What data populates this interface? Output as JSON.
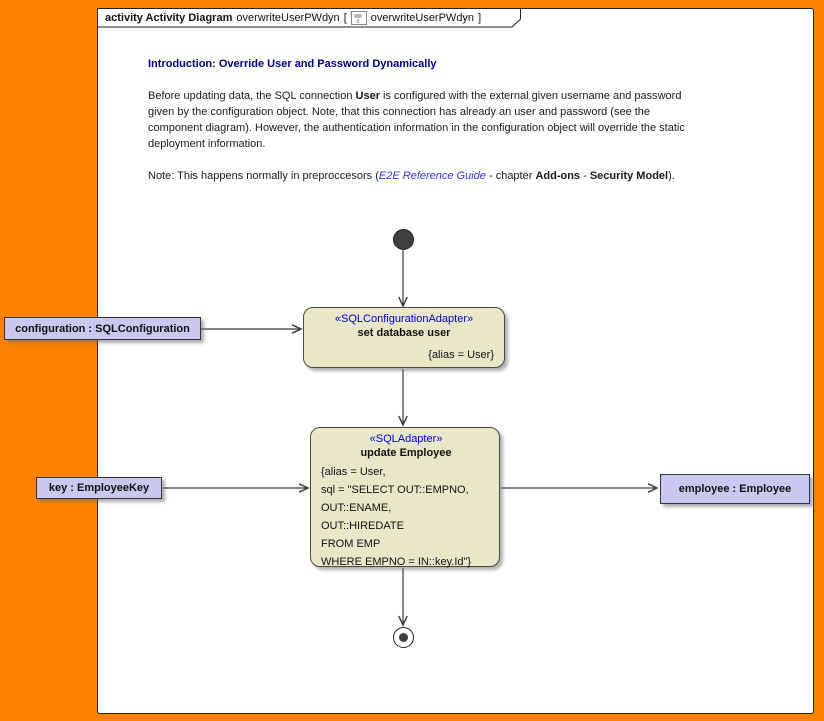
{
  "colors": {
    "background": "#FF8200",
    "frame_fill": "#FFFFFF",
    "frame_border": "#222222",
    "action_fill": "#E8E8C8",
    "action_border": "#4A4A4A",
    "object_fill": "#C8C8F0",
    "object_border": "#333333",
    "stereotype_color": "#0000C8",
    "heading_color": "#00007F",
    "body_color": "#1A1A1A",
    "link_color": "#3333CC",
    "edge_color": "#3A3A3A",
    "node_dark": "#3F3F3F"
  },
  "tab": {
    "title_bold": "activity Activity Diagram",
    "instance": "overwriteUserPWdyn",
    "bracket_open": "[",
    "bracket_close": "]"
  },
  "intro": {
    "title": "Introduction: Override User and Password Dynamically",
    "p1": {
      "s1": "Before updating data, the SQL connection ",
      "s2": "User",
      "s3": " is configured with the external given username and password given by the configuration object. Note, that this connection has already an user and password (see the component diagram). However, the authentication information in the configuration object will override the static deployment information."
    },
    "note": {
      "s1": "Note: This happens normally in preproccesors (",
      "s2": "E2E Reference Guide",
      "s3": " - chapter ",
      "s4": "Add-ons",
      "s5": " - ",
      "s6": "Security Model",
      "s7": ")."
    }
  },
  "nodes": {
    "set_database_user": {
      "stereotype": "«SQLConfigurationAdapter»",
      "name": "set database user",
      "tagged_values": "{alias = User}"
    },
    "update_employee": {
      "stereotype": "«SQLAdapter»",
      "name": "update Employee",
      "lines": [
        "{alias = User,",
        "sql = \"SELECT OUT::EMPNO,",
        "OUT::ENAME,",
        "OUT::HIREDATE",
        "FROM EMP",
        "WHERE EMPNO = IN::key.Id\"}"
      ]
    },
    "objects": {
      "configuration": {
        "label": "configuration : SQLConfiguration"
      },
      "key": {
        "label": "key : EmployeeKey"
      },
      "employee": {
        "label": "employee : Employee"
      }
    }
  }
}
